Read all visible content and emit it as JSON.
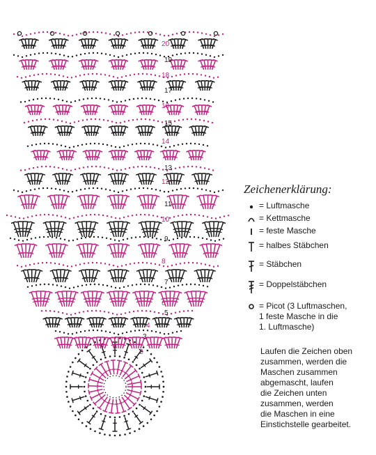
{
  "legend": {
    "title": "Zeichenerklärung:",
    "items": [
      {
        "symbol": "dot-icon",
        "text": "= Luftmasche"
      },
      {
        "symbol": "arc-icon",
        "text": "= Kettmasche"
      },
      {
        "symbol": "bar-icon",
        "text": "= feste Masche"
      },
      {
        "symbol": "t-icon",
        "text": "= halbes Stäbchen"
      },
      {
        "symbol": "cross-icon",
        "text": "= Stäbchen"
      },
      {
        "symbol": "double-cross-icon",
        "text": "= Doppelstäbchen"
      },
      {
        "symbol": "picot-icon",
        "text": "= Picot (3 Luftmaschen,\n1 feste Masche in die\n1. Luftmasche)"
      }
    ],
    "note": "Laufen die Zeichen oben\nzusammen, werden die\nMaschen zusammen\nabgemascht, laufen\ndie Zeichen unten\nzusammen, werden\ndie Maschen in eine\nEinstichstelle gearbeitet."
  },
  "diagram": {
    "round_labels": [
      "2",
      "3",
      "4",
      "5",
      "6",
      "7",
      "8",
      "9",
      "10",
      "11",
      "12",
      "13",
      "14",
      "15",
      "16",
      "17",
      "18",
      "19",
      "20"
    ],
    "colors": {
      "black": "#1a1a1a",
      "magenta": "#c0207f"
    }
  }
}
